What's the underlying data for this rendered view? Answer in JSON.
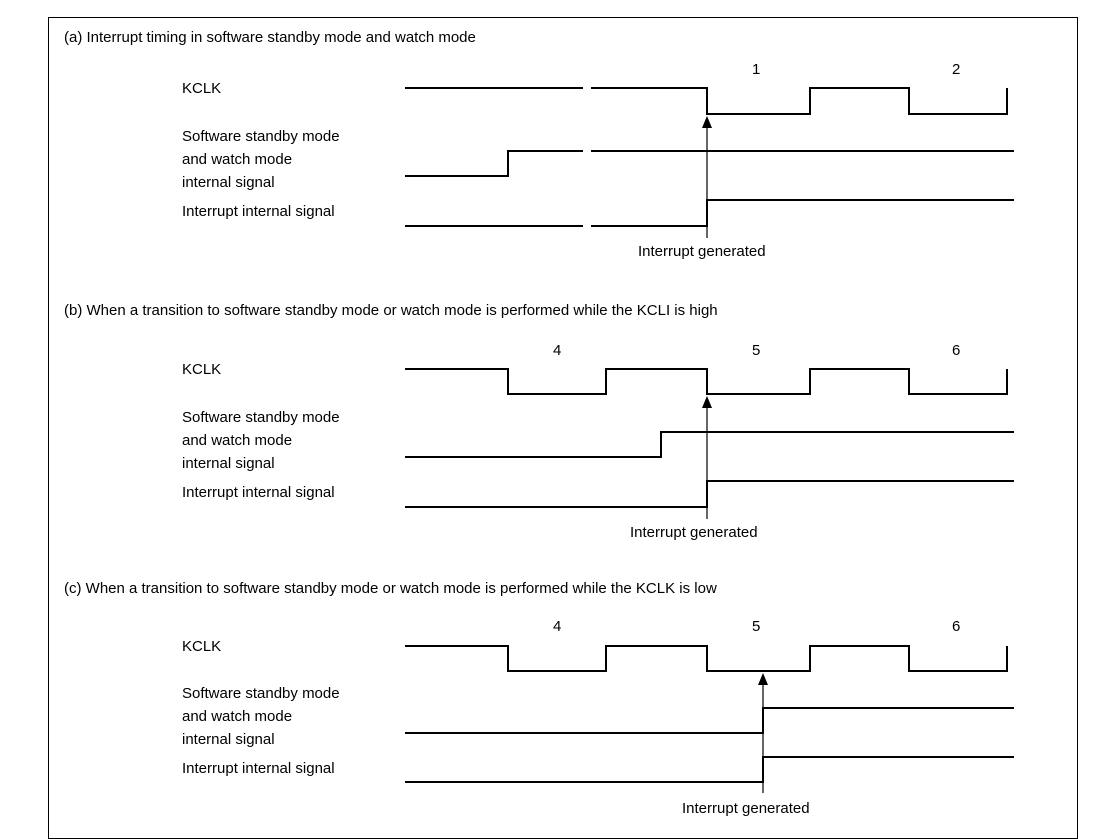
{
  "sections": [
    {
      "heading": "(a) Interrupt timing in software standby mode and watch mode",
      "kclk_label": "KCLK",
      "standby_label_lines": [
        "Software standby mode",
        "and watch mode",
        "internal signal"
      ],
      "interrupt_label": "Interrupt internal signal",
      "clock_numbers": [
        "1",
        "2"
      ],
      "annotation": "Interrupt generated"
    },
    {
      "heading": "(b) When a transition to software standby mode or watch mode is performed while the KCLI is high",
      "kclk_label": "KCLK",
      "standby_label_lines": [
        "Software standby mode",
        "and watch mode",
        "internal signal"
      ],
      "interrupt_label": "Interrupt internal signal",
      "clock_numbers": [
        "4",
        "5",
        "6"
      ],
      "annotation": "Interrupt generated"
    },
    {
      "heading": "(c) When a transition to software standby mode or watch mode is performed while the KCLK is low",
      "kclk_label": "KCLK",
      "standby_label_lines": [
        "Software standby mode",
        "and watch mode",
        "internal signal"
      ],
      "interrupt_label": "Interrupt internal signal",
      "clock_numbers": [
        "4",
        "5",
        "6"
      ],
      "annotation": "Interrupt generated"
    }
  ]
}
